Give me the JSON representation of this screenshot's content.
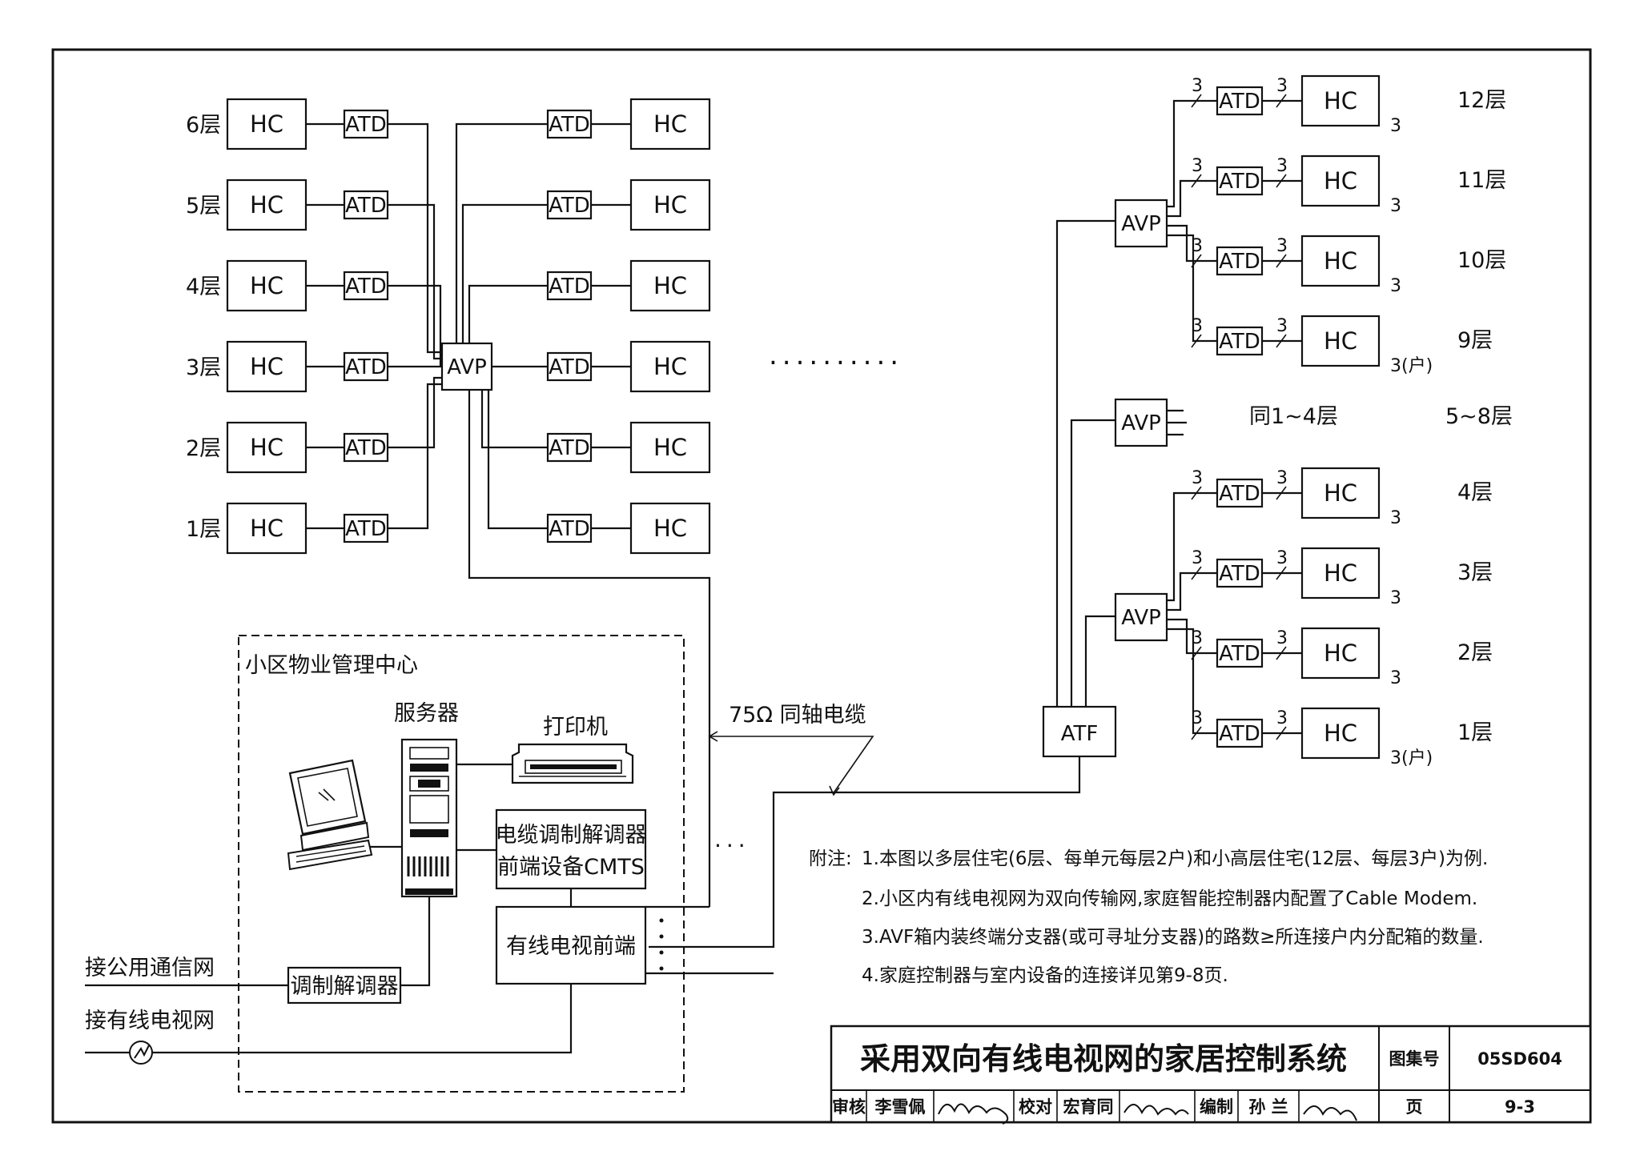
{
  "left_block": {
    "floors": [
      "6层",
      "5层",
      "4层",
      "3层",
      "2层",
      "1层"
    ],
    "hc": "HC",
    "atd": "ATD",
    "avp": "AVP"
  },
  "right_block": {
    "upper_floors": [
      "12层",
      "11层",
      "10层",
      "9层"
    ],
    "middle_floors": "5~8层",
    "middle_same": "同1~4层",
    "lower_floors": [
      "4层",
      "3层",
      "2层",
      "1层"
    ],
    "hc": "HC",
    "atd": "ATD",
    "avp": "AVP",
    "atf": "ATF",
    "count": "3",
    "count_unit": "3(户)"
  },
  "ellipsis": "..........",
  "cable_label": "75Ω 同轴电缆",
  "mgmt": {
    "title": "小区物业管理中心",
    "server": "服务器",
    "printer": "打印机",
    "cmts_line1": "电缆调制解调器",
    "cmts_line2": "前端设备CMTS",
    "headend": "有线电视前端",
    "modem": "调制解调器",
    "dots": "..."
  },
  "external": {
    "public_net": "接公用通信网",
    "catv_net": "接有线电视网"
  },
  "notes": {
    "prefix": "附注:",
    "items": [
      "1.本图以多层住宅(6层、每单元每层2户)和小高层住宅(12层、每层3户)为例.",
      "2.小区内有线电视网为双向传输网,家庭智能控制器内配置了Cable Modem.",
      "3.AVF箱内装终端分支器(或可寻址分支器)的路数≥所连接户内分配箱的数量.",
      "4.家庭控制器与室内设备的连接详见第9-8页."
    ]
  },
  "title_block": {
    "title": "采用双向有线电视网的家居控制系统",
    "atlas_label": "图集号",
    "atlas_no": "05SD604",
    "page_label": "页",
    "page_no": "9-3",
    "review_label": "审核",
    "reviewer": "李雪佩",
    "check_label": "校对",
    "checker": "宏育同",
    "draw_label": "编制",
    "drafter": "孙 兰"
  }
}
